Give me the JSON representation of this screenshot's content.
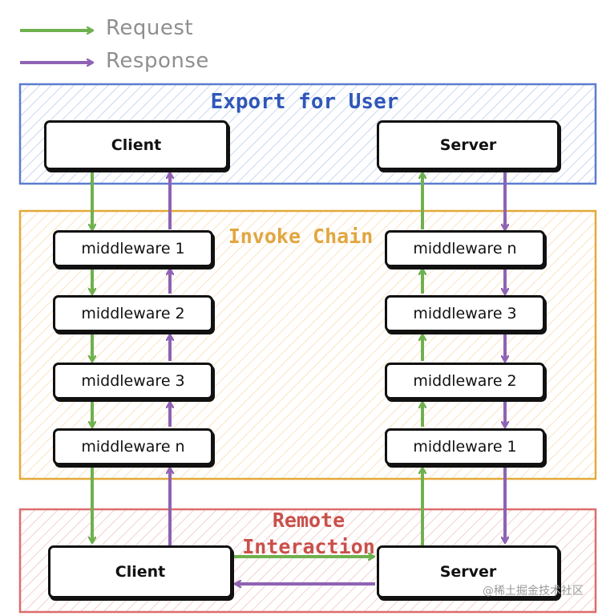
{
  "legend": {
    "request_label": "Request",
    "response_label": "Response"
  },
  "colors": {
    "request": "#6fb04f",
    "response": "#8e63b3",
    "export_border": "#5b7ccf",
    "export_title": "#2f57b8",
    "invoke_border": "#e3a93a",
    "invoke_title": "#e0a640",
    "remote_border": "#de6c6c",
    "remote_title": "#c9504b"
  },
  "sections": {
    "export": {
      "title": "Export for User"
    },
    "invoke": {
      "title": "Invoke Chain"
    },
    "remote": {
      "title_line1": "Remote",
      "title_line2": "Interaction"
    }
  },
  "client_side": {
    "top_label": "Client",
    "bottom_label": "Client",
    "middlewares": [
      "middleware 1",
      "middleware 2",
      "middleware 3",
      "middleware n"
    ]
  },
  "server_side": {
    "top_label": "Server",
    "bottom_label": "Server",
    "middlewares": [
      "middleware n",
      "middleware 3",
      "middleware 2",
      "middleware 1"
    ]
  },
  "watermark": "@稀土掘金技术社区"
}
